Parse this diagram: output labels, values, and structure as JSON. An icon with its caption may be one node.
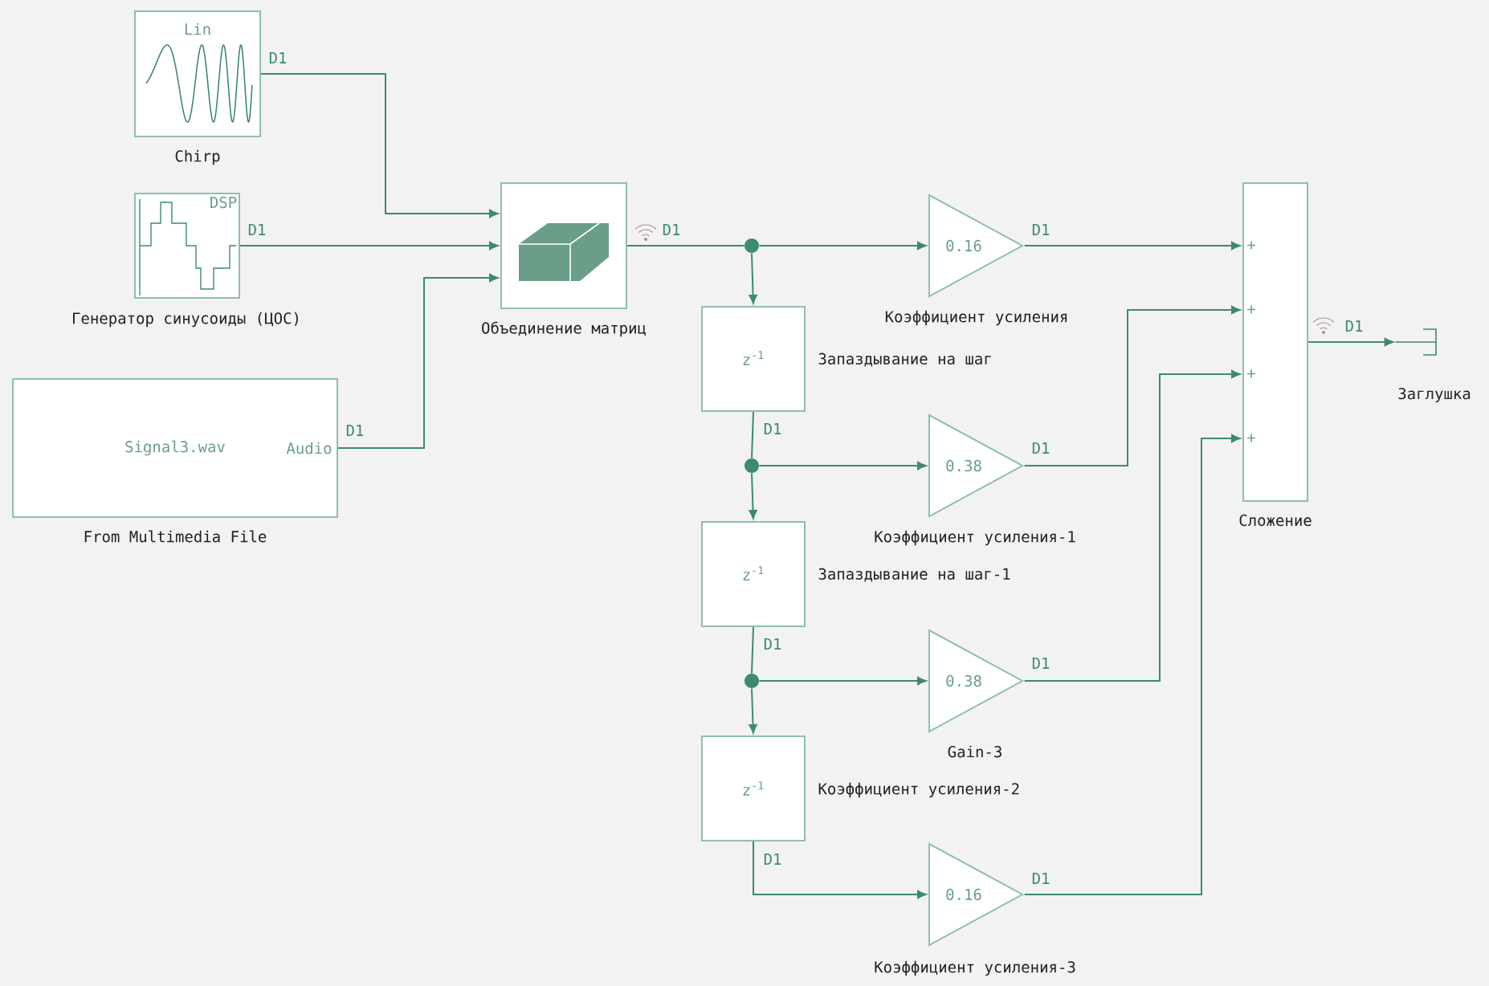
{
  "diagram": {
    "nodes": [
      {
        "text": [
          "Lin"
        ],
        "beside": [
          "Chirp"
        ]
      },
      {
        "text": [
          "DSP"
        ],
        "beside": [
          "Генератор синусоиды (ЦОС)"
        ]
      },
      {
        "text": [
          "Signal3.wav",
          "Audio"
        ],
        "beside": [
          "From Multimedia File"
        ]
      },
      {
        "text": [],
        "shape": "box",
        "beside": [
          "Объединение матриц"
        ]
      },
      {
        "text": [],
        "shape": "circle"
      },
      {
        "text": [
          "0.16"
        ],
        "beside": [
          "Коэффициент усиления"
        ]
      },
      {
        "text": [
          "z$^{-1}$"
        ],
        "beside": [
          "Запаздывание на шаг"
        ]
      },
      {
        "text": [],
        "shape": "circle"
      },
      {
        "text": [
          "0.38"
        ],
        "beside": [
          "Коэффициент усиления-1"
        ]
      },
      {
        "text": [
          "z$^{-1}$"
        ],
        "beside": [
          "Запаздывание на шаг-1"
        ]
      },
      {
        "text": [],
        "shape": "circle"
      },
      {
        "text": [
          "0.38"
        ],
        "beside": [
          "Gain-3"
        ]
      },
      {
        "text": [
          "z$^{-1}$"
        ],
        "beside": [
          "Коэффициент усиления-2"
        ]
      },
      {
        "text": [
          "0.16"
        ],
        "beside": [
          "Коэффициент усиления-3"
        ]
      },
      {
        "text": [
          "+",
          "+",
          "+",
          "+"
        ],
        "beside": [
          "Сложение"
        ]
      },
      {
        "text": [],
        "shape": "bracket",
        "beside": [
          "Заглушка"
        ]
      }
    ],
    "edges": [
      {
        "from": 0,
        "to": 3,
        "arrow": "to",
        "label": "D1"
      },
      {
        "from": 1,
        "to": 3,
        "arrow": "to",
        "label": "D1"
      },
      {
        "from": 2,
        "to": 3,
        "arrow": "to",
        "label": "D1"
      },
      {
        "from": 3,
        "to": 4,
        "arrow": "none",
        "label": "D1"
      },
      {
        "from": 4,
        "to": 5,
        "arrow": "to"
      },
      {
        "from": 4,
        "to": 6,
        "arrow": "to"
      },
      {
        "from": 5,
        "to": 14,
        "arrow": "to",
        "label": "D1"
      },
      {
        "from": 6,
        "to": 7,
        "arrow": "none",
        "label": "D1"
      },
      {
        "from": 7,
        "to": 8,
        "arrow": "to"
      },
      {
        "from": 7,
        "to": 9,
        "arrow": "to"
      },
      {
        "from": 8,
        "to": 14,
        "arrow": "to",
        "label": "D1"
      },
      {
        "from": 9,
        "to": 10,
        "arrow": "none",
        "label": "D1"
      },
      {
        "from": 10,
        "to": 11,
        "arrow": "to"
      },
      {
        "from": 10,
        "to": 12,
        "arrow": "to"
      },
      {
        "from": 11,
        "to": 14,
        "arrow": "to",
        "label": "D1"
      },
      {
        "from": 12,
        "to": 13,
        "arrow": "to",
        "label": "D1"
      },
      {
        "from": 13,
        "to": 14,
        "arrow": "to",
        "label": "D1"
      },
      {
        "from": 14,
        "to": 15,
        "arrow": "to",
        "label": "D1"
      }
    ]
  }
}
